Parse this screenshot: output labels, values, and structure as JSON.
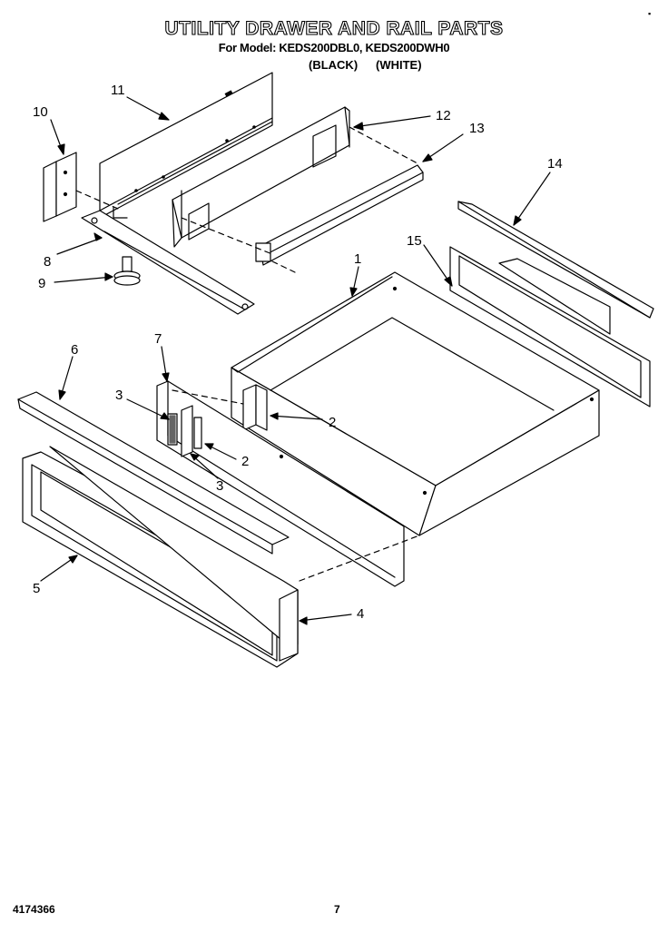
{
  "header": {
    "title": "UTILITY DRAWER AND RAIL PARTS",
    "subtitle": "For Model: KEDS200DBL0, KEDS200DWH0",
    "color_black": "(BLACK)",
    "color_white": "(WHITE)"
  },
  "callouts": [
    "11",
    "10",
    "12",
    "13",
    "14",
    "15",
    "8",
    "9",
    "1",
    "6",
    "7",
    "3",
    "2",
    "2",
    "3",
    "5",
    "4"
  ],
  "footer": {
    "doc_number": "4174366",
    "page": "7"
  },
  "corner_mark": "▪"
}
